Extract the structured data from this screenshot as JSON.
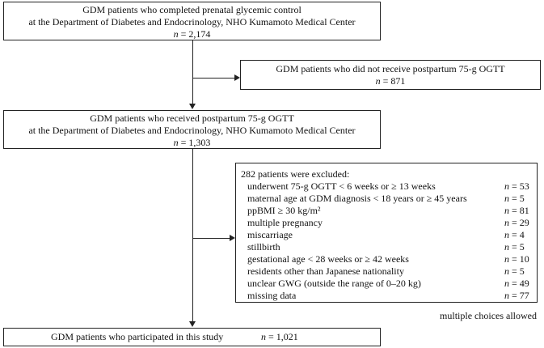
{
  "box_top": {
    "line1": "GDM patients who completed prenatal glycemic control",
    "line2": "at the Department of Diabetes and Endocrinology, NHO Kumamoto Medical Center",
    "n_value": "2,174"
  },
  "box_no_ogtt": {
    "line1": "GDM patients who did not receive postpartum 75-g OGTT",
    "n_value": "871"
  },
  "box_ogtt": {
    "line1": "GDM patients who received postpartum 75-g OGTT",
    "line2": "at the Department of Diabetes and Endocrinology, NHO Kumamoto Medical Center",
    "n_value": "1,303"
  },
  "box_excluded": {
    "title": "282 patients were excluded:",
    "rows": [
      {
        "label": "underwent 75-g OGTT < 6 weeks or ≥ 13 weeks",
        "n": "53"
      },
      {
        "label": "maternal age at GDM diagnosis < 18 years or ≥ 45 years",
        "n": "5"
      },
      {
        "label": "ppBMI ≥ 30 kg/m²",
        "n": "81"
      },
      {
        "label": "multiple pregnancy",
        "n": "29"
      },
      {
        "label": "miscarriage",
        "n": "4"
      },
      {
        "label": "stillbirth",
        "n": "5"
      },
      {
        "label": "gestational age < 28 weeks or ≥ 42 weeks",
        "n": "10"
      },
      {
        "label": "residents other than Japanese nationality",
        "n": "5"
      },
      {
        "label": "unclear GWG (outside the range of 0–20 kg)",
        "n": "49"
      },
      {
        "label": "missing data",
        "n": "77"
      }
    ]
  },
  "note": "multiple choices allowed",
  "box_final": {
    "label": "GDM patients who participated in this study",
    "n_value": "1,021"
  },
  "n_symbol": "n",
  "equals": " = "
}
